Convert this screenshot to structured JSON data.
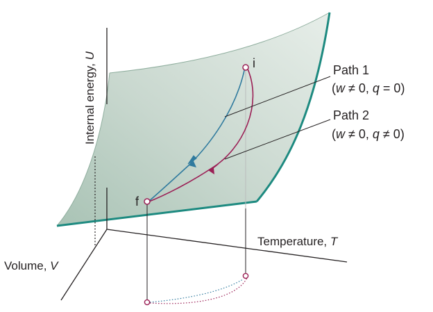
{
  "axes": {
    "u_label": "Internal energy, ",
    "u_symbol": "U",
    "t_label": "Temperature, ",
    "t_symbol": "T",
    "v_label": "Volume, ",
    "v_symbol": "V"
  },
  "points": {
    "initial": "i",
    "final": "f"
  },
  "paths": [
    {
      "name": "Path 1",
      "open": "(",
      "w": "w",
      "w_rel": " ≠ 0, ",
      "q": "q",
      "q_rel": " = 0)"
    },
    {
      "name": "Path 2",
      "open": "(",
      "w": "w",
      "w_rel": " ≠ 0, ",
      "q": "q",
      "q_rel": " ≠ 0)"
    }
  ],
  "colors": {
    "surface_fill": "#c9d8cf",
    "surface_edge": "#1d8a80",
    "path1": "#2f7a9e",
    "path2": "#9b1f55",
    "axis": "#231f20"
  }
}
